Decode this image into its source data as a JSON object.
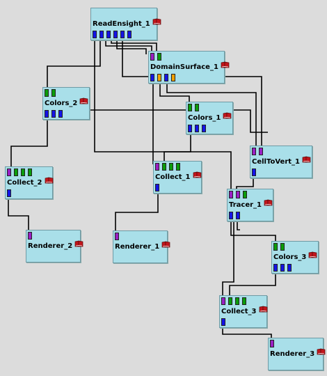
{
  "colors": {
    "background": "#dcdcdc",
    "node_fill": "#a9dfe9",
    "node_border": "#6f9aa4",
    "wire": "#000000",
    "port_geometry": "#0b9c0b",
    "port_mesh": "#9a1fc4",
    "port_data": "#1414e6",
    "port_special": "#f0a000",
    "book_icon": "#c0161c"
  },
  "icons": {
    "module_help": "book-icon"
  },
  "nodes": [
    {
      "id": "readensight1",
      "label": "ReadEnsight_1",
      "inputs": [],
      "outputs": [
        "data",
        "data",
        "data",
        "data",
        "data",
        "data"
      ]
    },
    {
      "id": "domainsurface1",
      "label": "DomainSurface_1",
      "inputs": [
        "mesh",
        "geometry"
      ],
      "outputs": [
        "data",
        "special",
        "data",
        "special"
      ]
    },
    {
      "id": "colors2",
      "label": "Colors_2",
      "inputs": [
        "geometry",
        "geometry"
      ],
      "outputs": [
        "data",
        "data",
        "data"
      ]
    },
    {
      "id": "colors1",
      "label": "Colors_1",
      "inputs": [
        "geometry",
        "geometry"
      ],
      "outputs": [
        "data",
        "data",
        "data"
      ]
    },
    {
      "id": "celltovert1",
      "label": "CellToVert_1",
      "inputs": [
        "mesh",
        "mesh"
      ],
      "outputs": [
        "data"
      ]
    },
    {
      "id": "collect2",
      "label": "Collect_2",
      "inputs": [
        "mesh",
        "geometry",
        "geometry",
        "geometry"
      ],
      "outputs": [
        "data"
      ]
    },
    {
      "id": "collect1",
      "label": "Collect_1",
      "inputs": [
        "mesh",
        "geometry",
        "geometry",
        "geometry"
      ],
      "outputs": [
        "data"
      ]
    },
    {
      "id": "tracer1",
      "label": "Tracer_1",
      "inputs": [
        "mesh",
        "mesh",
        "geometry"
      ],
      "outputs": [
        "data",
        "data"
      ]
    },
    {
      "id": "colors3",
      "label": "Colors_3",
      "inputs": [
        "geometry",
        "geometry"
      ],
      "outputs": [
        "data",
        "data",
        "data"
      ]
    },
    {
      "id": "renderer2",
      "label": "Renderer_2",
      "inputs": [
        "mesh"
      ],
      "outputs": []
    },
    {
      "id": "renderer1",
      "label": "Renderer_1",
      "inputs": [
        "mesh"
      ],
      "outputs": []
    },
    {
      "id": "collect3",
      "label": "Collect_3",
      "inputs": [
        "mesh",
        "geometry",
        "geometry",
        "geometry"
      ],
      "outputs": [
        "data"
      ]
    },
    {
      "id": "renderer3",
      "label": "Renderer_3",
      "inputs": [
        "mesh"
      ],
      "outputs": []
    }
  ],
  "connections": [
    {
      "from": "readensight1",
      "to": "domainsurface1"
    },
    {
      "from": "readensight1",
      "to": "colors2"
    },
    {
      "from": "readensight1",
      "to": "colors1"
    },
    {
      "from": "readensight1",
      "to": "celltovert1"
    },
    {
      "from": "readensight1",
      "to": "tracer1"
    },
    {
      "from": "domainsurface1",
      "to": "collect1"
    },
    {
      "from": "domainsurface1",
      "to": "colors1"
    },
    {
      "from": "colors2",
      "to": "collect2"
    },
    {
      "from": "colors1",
      "to": "collect1"
    },
    {
      "from": "celltovert1",
      "to": "tracer1"
    },
    {
      "from": "collect2",
      "to": "renderer2"
    },
    {
      "from": "collect1",
      "to": "renderer1"
    },
    {
      "from": "tracer1",
      "to": "colors3"
    },
    {
      "from": "colors3",
      "to": "collect3"
    },
    {
      "from": "tracer1",
      "to": "collect3"
    },
    {
      "from": "collect3",
      "to": "renderer3"
    }
  ]
}
